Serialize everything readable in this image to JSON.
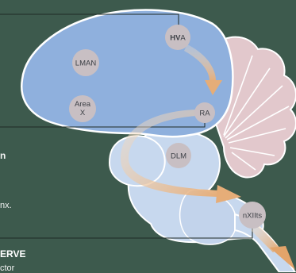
{
  "nodes": {
    "hva": {
      "bold": "HV",
      "rest": "A"
    },
    "lman": {
      "label": "LMAN"
    },
    "area_x": {
      "line1": "Area",
      "line2": "X"
    },
    "ra": {
      "label": "RA"
    },
    "dlm": {
      "label": "DLM"
    },
    "nxiits": {
      "label": "nXIIts"
    }
  },
  "side_text": {
    "edge_letter": "n",
    "edge_word": "nx.",
    "nerve_title": "ERVE",
    "nerve_sub": "ctor"
  },
  "colors": {
    "background": "#3d5a4d",
    "cerebrum": "#8fb0dd",
    "brainstem": "#c7d8ee",
    "cerebellum": "#e2c8cc",
    "node": "#c8bfc3",
    "pathway_arrow": "#e9b88a",
    "leader_line": "#1f2a25"
  }
}
